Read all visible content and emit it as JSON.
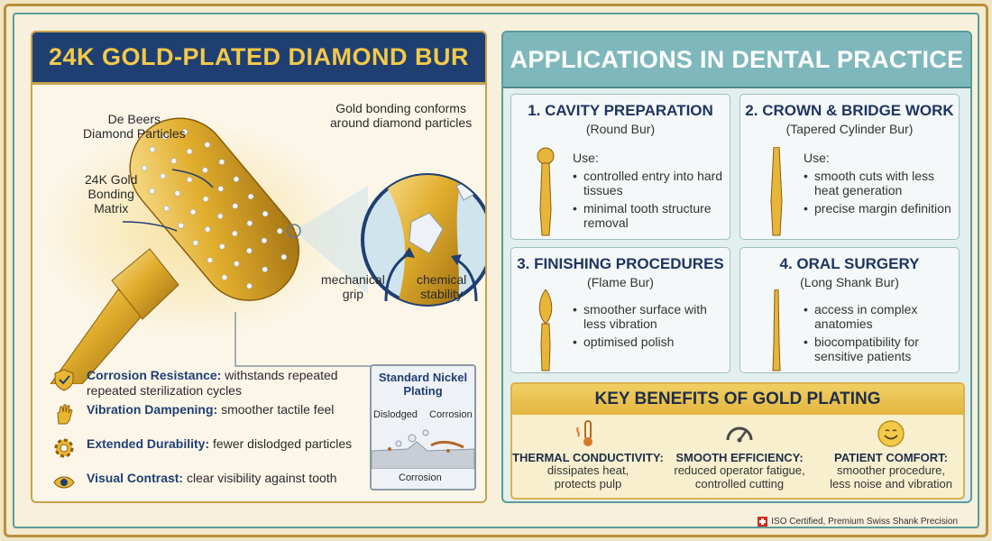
{
  "left": {
    "title": "24K GOLD-PLATED DIAMOND BUR",
    "labels": {
      "diamond_particles": "De Beers\nDiamond Particles",
      "gold_matrix": "24K Gold\nBonding\nMatrix",
      "bonding_conforms": "Gold bonding conforms\naround diamond particles",
      "mechanical_grip": "mechanical\ngrip",
      "chemical_stability": "chemical\nstability"
    },
    "features": [
      {
        "icon": "shield-check-icon",
        "title": "Corrosion Resistance:",
        "text": " withstands repeated repeated sterilization cycles"
      },
      {
        "icon": "hand-icon",
        "title": "Vibration Dampening:",
        "text": " smoother tactile feel"
      },
      {
        "icon": "gear-icon",
        "title": "Extended Durability:",
        "text": " fewer dislodged particles"
      },
      {
        "icon": "eye-icon",
        "title": "Visual Contrast:",
        "text": " clear visibility against tooth"
      }
    ],
    "nickel": {
      "title": "Standard Nickel\nPlating",
      "dislodged": "Dislodged",
      "corrosion_top": "Corrosion",
      "corrosion_bottom": "Corrosion"
    }
  },
  "right": {
    "title": "APPLICATIONS IN DENTAL PRACTICE",
    "apps": [
      {
        "title": "1. CAVITY PREPARATION",
        "sub": "(Round Bur)",
        "use_label": "Use:",
        "items": [
          "controlled entry into hard tissues",
          "minimal tooth structure removal"
        ]
      },
      {
        "title": "2. CROWN & BRIDGE WORK",
        "sub": "(Tapered Cylinder Bur)",
        "use_label": "Use:",
        "items": [
          "smooth cuts with less heat generation",
          "precise margin definition"
        ]
      },
      {
        "title": "3. FINISHING PROCEDURES",
        "sub": "(Flame Bur)",
        "use_label": "",
        "items": [
          "smoother surface with less vibration",
          "optimised polish"
        ]
      },
      {
        "title": "4. ORAL SURGERY",
        "sub": "(Long Shank Bur)",
        "use_label": "",
        "items": [
          "access in complex anatomies",
          "biocompatibility for sensitive patients"
        ]
      }
    ],
    "benefits": {
      "title": "KEY BENEFITS OF GOLD PLATING",
      "items": [
        {
          "icon": "thermometer-icon",
          "title": "THERMAL CONDUCTIVITY:",
          "desc": "dissipates heat,\nprotects pulp"
        },
        {
          "icon": "gauge-icon",
          "title": "SMOOTH EFFICIENCY:",
          "desc": "reduced operator fatigue,\ncontrolled cutting"
        },
        {
          "icon": "smiley-icon",
          "title": "PATIENT COMFORT:",
          "desc": "smoother procedure,\nless noise and vibration"
        }
      ]
    }
  },
  "footer": "ISO Certified, Premium Swiss Shank Precision",
  "colors": {
    "navy": "#1f3f73",
    "gold": "#f3c949",
    "teal": "#7fb8bc"
  }
}
